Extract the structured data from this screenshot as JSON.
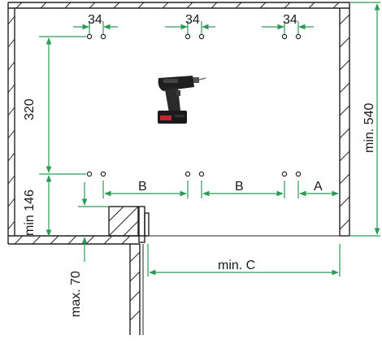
{
  "labels": {
    "spacing_top_left": "34",
    "spacing_top_middle": "34",
    "spacing_top_right": "34",
    "height_320": "320",
    "height_146": "min 146",
    "height_540": "min. 540",
    "gap_b_left": "B",
    "gap_b_right": "B",
    "gap_a": "A",
    "width_c": "min. C",
    "depth_70": "max. 70"
  },
  "colors": {
    "dimension_line": "#2e9a58",
    "wall": "#222222",
    "drill_body": "#1f1f1f",
    "drill_accent": "#c0262b"
  },
  "icons": {
    "drill": "cordless-drill-icon"
  }
}
